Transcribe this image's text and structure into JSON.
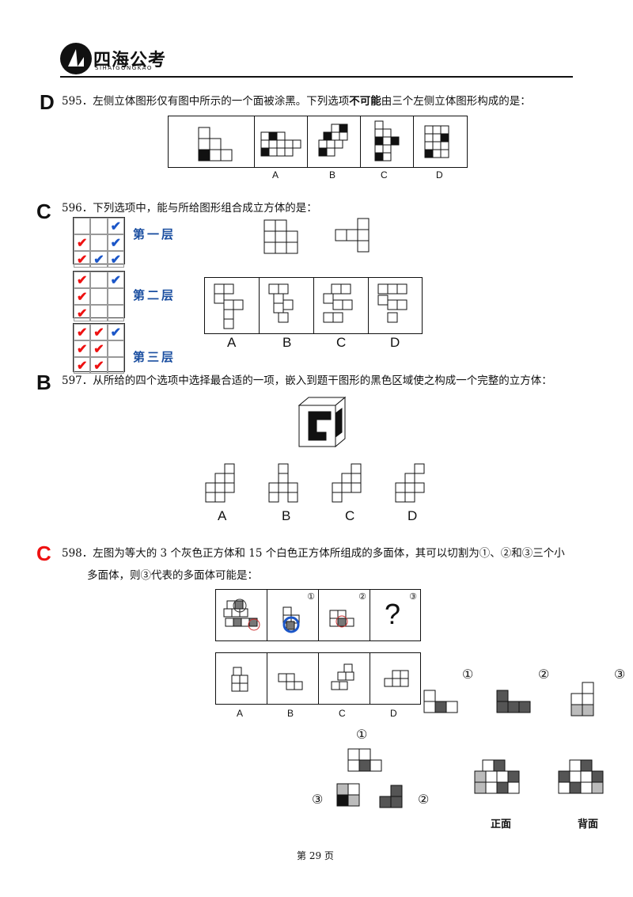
{
  "header": {
    "logo_text": "四海公考",
    "logo_sub": "SIHAIGONGKAO"
  },
  "q595": {
    "answer": "D",
    "text_pre": "595．左侧立体图形仅有图中所示的一个面被涂黑。下列选项",
    "text_bold": "不可能",
    "text_post": "由三个左侧立体图形构成的是：",
    "options": [
      "A",
      "B",
      "C",
      "D"
    ]
  },
  "q596": {
    "answer": "C",
    "text": "596．下列选项中，能与所给图形组合成立方体的是：",
    "layers": [
      "第一层",
      "第二层",
      "第三层"
    ],
    "grid1": [
      "",
      "",
      "✔",
      "✔",
      "",
      "✔",
      "✔",
      "✔",
      "✔"
    ],
    "grid2": [
      "✔",
      "",
      "✔",
      "✔",
      "",
      "",
      "✔",
      "",
      ""
    ],
    "grid3": [
      "✔",
      "✔",
      "✔",
      "✔",
      "✔",
      "",
      "✔",
      "✔",
      ""
    ],
    "options": [
      "A",
      "B",
      "C",
      "D"
    ]
  },
  "q597": {
    "answer": "B",
    "text": "597．从所给的四个选项中选择最合适的一项，嵌入到题干图形的黑色区域使之构成一个完整的立方体：",
    "options": [
      "A",
      "B",
      "C",
      "D"
    ]
  },
  "q598": {
    "answer": "C",
    "text_line1": "598．左图为等大的 3 个灰色正方体和 15 个白色正方体所组成的多面体，其可以切割为①、②和③三个小",
    "text_line2": "多面体，则③代表的多面体可能是：",
    "panel_marks": [
      "①",
      "②",
      "③"
    ],
    "question_mark": "?",
    "options": [
      "A",
      "B",
      "C",
      "D"
    ],
    "aside_marks": [
      "①",
      "②",
      "③"
    ],
    "front_label": "正面",
    "back_label": "背面"
  },
  "footer": {
    "page": "第 29 页"
  }
}
